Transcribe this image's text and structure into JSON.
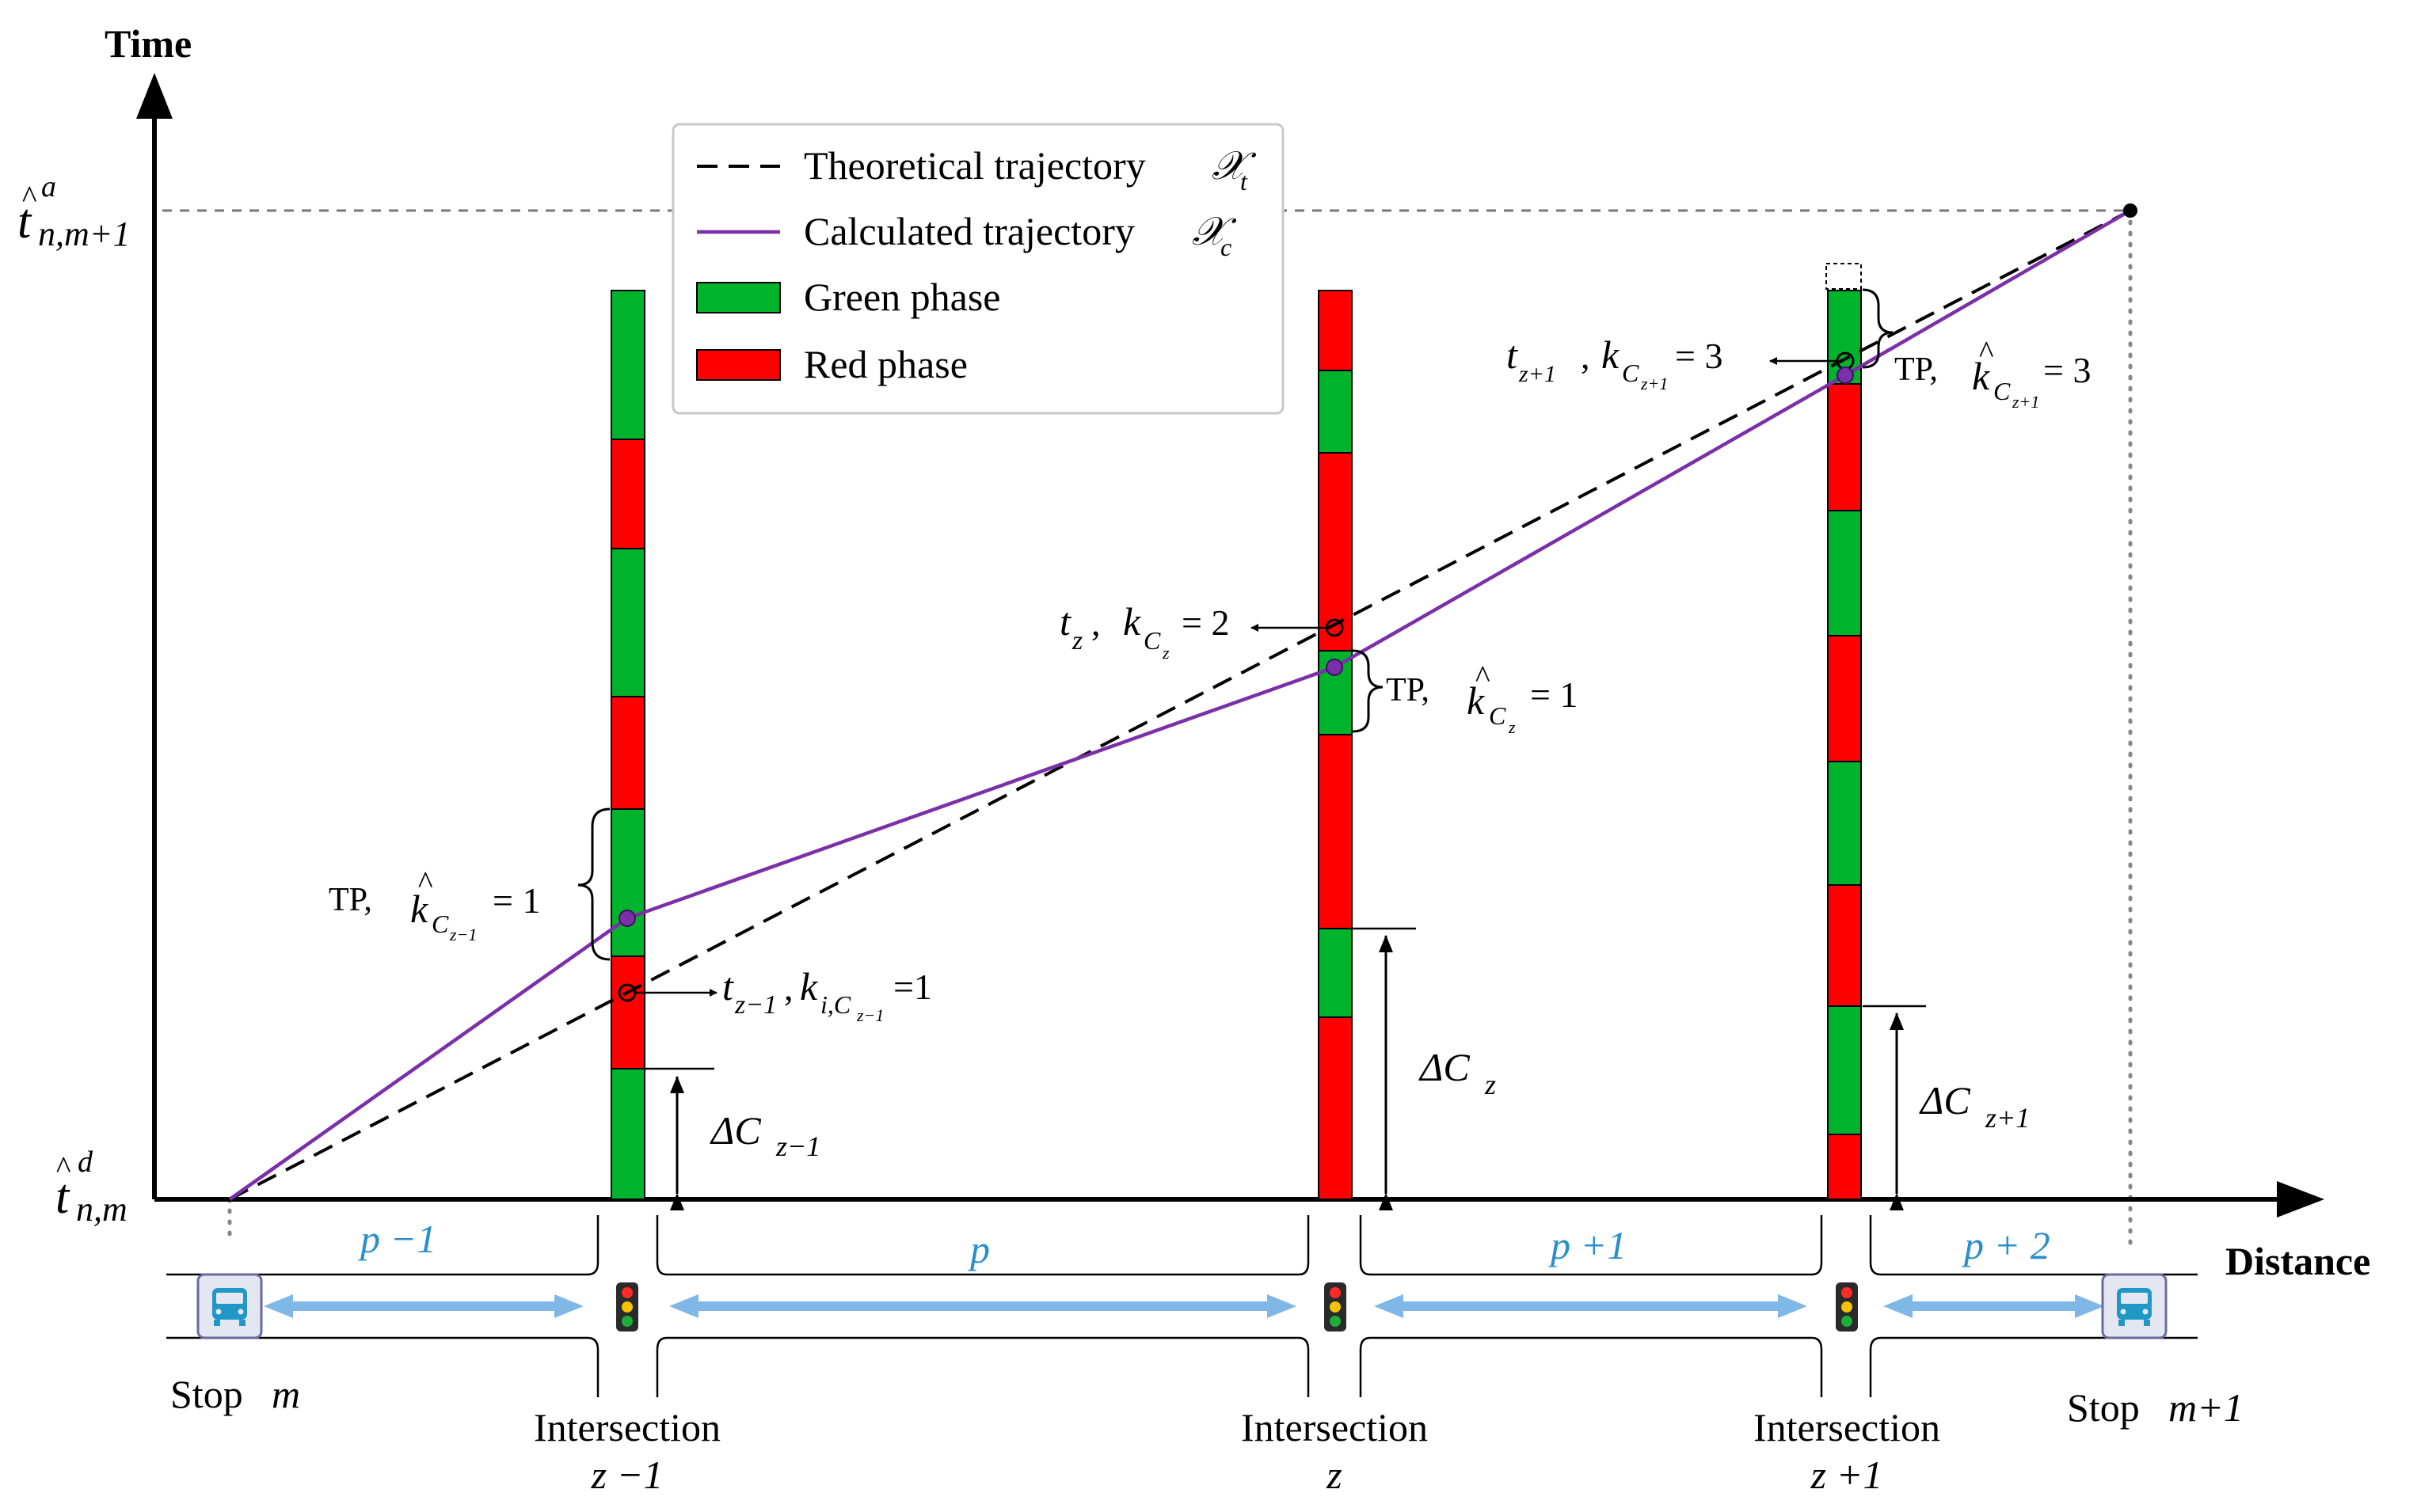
{
  "axes": {
    "y_label": "Time",
    "x_label": "Distance",
    "y_top_tick": {
      "base": "t",
      "hat": "^",
      "sup": "a",
      "sub": "n,m+1"
    },
    "y_bottom_tick": {
      "base": "t",
      "hat": "^",
      "sup": "d",
      "sub": "n,m"
    }
  },
  "legend": {
    "items": [
      {
        "label": "Theoretical trajectory",
        "symbol": "𝒳",
        "sub": "t",
        "style": "dashed",
        "color": "#000000"
      },
      {
        "label": "Calculated trajectory",
        "symbol": "𝒳",
        "sub": "c",
        "style": "solid",
        "color": "#7b2fa8"
      },
      {
        "label": "Green phase",
        "color": "#00b32c"
      },
      {
        "label": "Red phase",
        "color": "#ff0000"
      }
    ]
  },
  "colors": {
    "green": "#00b32c",
    "red": "#ff0000",
    "purple": "#7b2fa8",
    "segment_label_blue": "#2a8fc9",
    "road_arrow": "#7fb8e6"
  },
  "signal_columns": [
    {
      "name": "Intersection z−1",
      "phases_bottom_to_top": [
        "green",
        "red",
        "green",
        "red",
        "green",
        "red",
        "green"
      ]
    },
    {
      "name": "Intersection z",
      "phases_bottom_to_top": [
        "red",
        "green",
        "red",
        "green",
        "red",
        "green",
        "red"
      ]
    },
    {
      "name": "Intersection z+1",
      "phases_bottom_to_top": [
        "red",
        "green",
        "red",
        "green",
        "red",
        "green",
        "red",
        "green"
      ]
    }
  ],
  "annotations": {
    "zm1_tp": {
      "prefix": "TP,",
      "k": "k",
      "hat": "^",
      "sub": "C",
      "subsub": "z−1",
      "value": "= 1"
    },
    "zm1_t": {
      "t": "t",
      "t_sub": "z−1",
      "k": "k",
      "k_sub": "i,C",
      "k_subsub": "z−1",
      "value": "=1"
    },
    "zm1_delta": {
      "text": "ΔC",
      "sub": "z−1"
    },
    "z_t": {
      "t": "t",
      "t_sub": "z",
      "k": "k",
      "k_sub": "C",
      "k_subsub": "z",
      "value": "= 2"
    },
    "z_tp": {
      "prefix": "TP,",
      "k": "k",
      "hat": "^",
      "sub": "C",
      "subsub": "z",
      "value": "= 1"
    },
    "z_delta": {
      "text": "ΔC",
      "sub": "z"
    },
    "zp1_t": {
      "t": "t",
      "t_sub": "z+1",
      "k": "k",
      "k_sub": "C",
      "k_subsub": "z+1",
      "value": "= 3"
    },
    "zp1_tp": {
      "prefix": "TP,",
      "k": "k",
      "hat": "^",
      "sub": "C",
      "subsub": "z+1",
      "value": "= 3"
    },
    "zp1_delta": {
      "text": "ΔC",
      "sub": "z+1"
    }
  },
  "segments": [
    "p −1",
    "p",
    "p +1",
    "p + 2"
  ],
  "road": {
    "stop_left": {
      "word": "Stop",
      "var": "m"
    },
    "stop_right": {
      "word": "Stop",
      "var": "m+1"
    },
    "intersections": [
      {
        "word": "Intersection",
        "var": "z −1"
      },
      {
        "word": "Intersection",
        "var": "z"
      },
      {
        "word": "Intersection",
        "var": "z +1"
      }
    ],
    "stop_icon": "bus-icon",
    "signal_icon": "traffic-light-icon"
  }
}
